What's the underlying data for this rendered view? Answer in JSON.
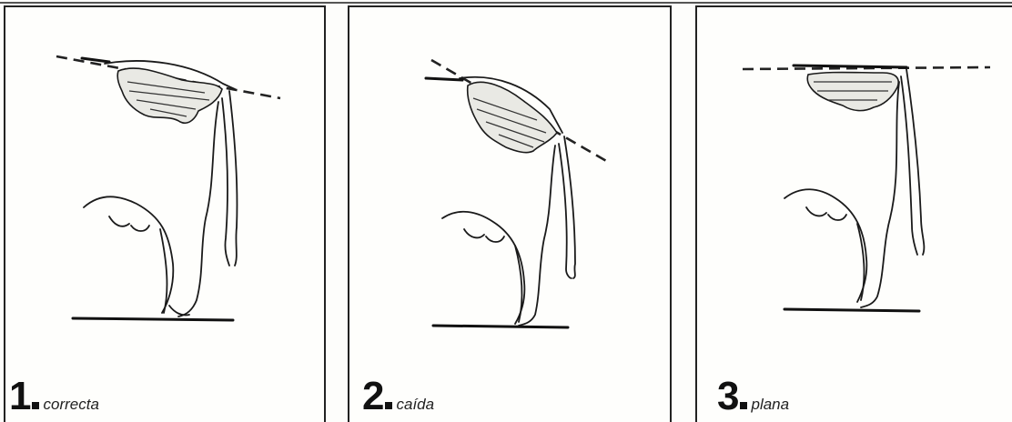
{
  "panels": [
    {
      "number": "1",
      "label": "correcta"
    },
    {
      "number": "2",
      "label": "caída"
    },
    {
      "number": "3",
      "label": "plana"
    }
  ]
}
